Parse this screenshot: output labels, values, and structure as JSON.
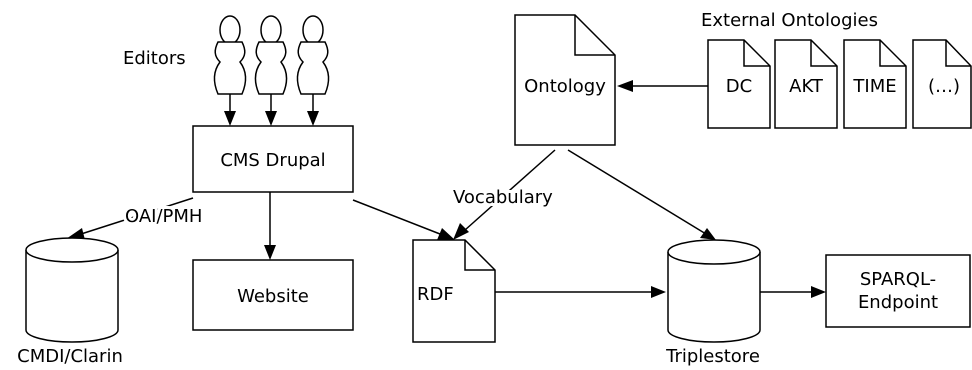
{
  "editors": {
    "label": "Editors"
  },
  "cms": {
    "label": "CMS Drupal"
  },
  "website": {
    "label": "Website"
  },
  "cmdi": {
    "label": "CMDI/Clarin"
  },
  "oai": {
    "label": "OAI/PMH"
  },
  "rdf": {
    "label": "RDF"
  },
  "vocabulary": {
    "label": "Vocabulary"
  },
  "ontology": {
    "label": "Ontology"
  },
  "external": {
    "title": "External Ontologies",
    "items": [
      "DC",
      "AKT",
      "TIME",
      "(…)"
    ]
  },
  "triplestore": {
    "label": "Triplestore"
  },
  "sparql": {
    "line1": "SPARQL-",
    "line2": "Endpoint"
  }
}
